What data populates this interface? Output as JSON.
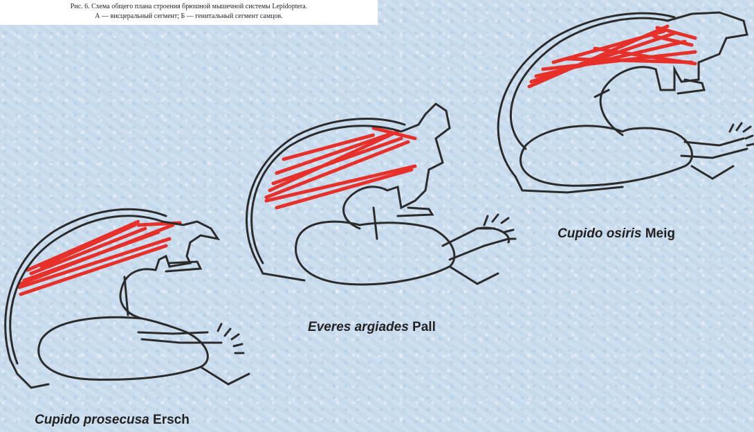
{
  "caption": {
    "line1": "Рис. 6. Схема общего плана строения брюшной мышечной системы Lepidoptera.",
    "line2": "А — висцеральный сегмент; Б — генитальный сегмент самцов."
  },
  "specimens": [
    {
      "genus_species": "Cupido osiris",
      "author": "Meig"
    },
    {
      "genus_species": "Everes argiades",
      "author": "Pall"
    },
    {
      "genus_species": "Cupido prosecusa",
      "author": "Ersch"
    }
  ],
  "colors": {
    "outline": "#2b2b2b",
    "muscle": "#e8302a",
    "background": "#c9dcee"
  }
}
